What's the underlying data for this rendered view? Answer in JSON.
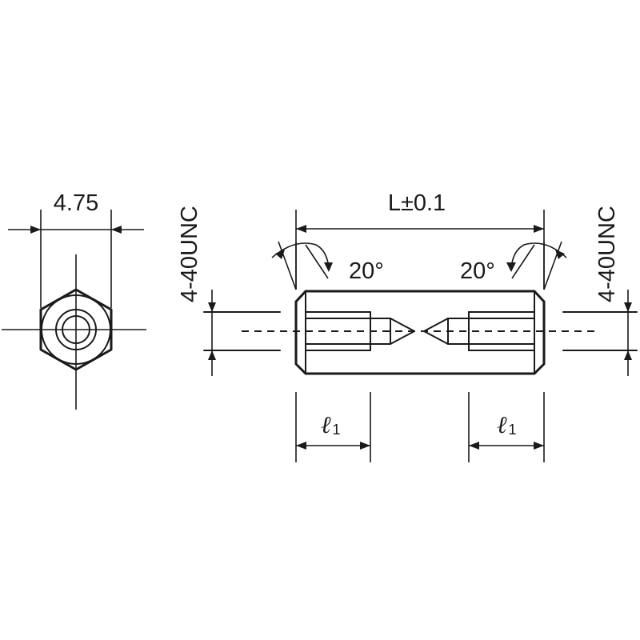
{
  "end_view": {
    "width_dimension": "4.75"
  },
  "side_view": {
    "length_dimension": "L±0.1",
    "left_angle": "20°",
    "right_angle": "20°",
    "left_thread": "4-40UNC",
    "right_thread": "4-40UNC",
    "left_depth_symbol": "ℓ",
    "left_depth_subscript": "1",
    "right_depth_symbol": "ℓ",
    "right_depth_subscript": "1"
  }
}
